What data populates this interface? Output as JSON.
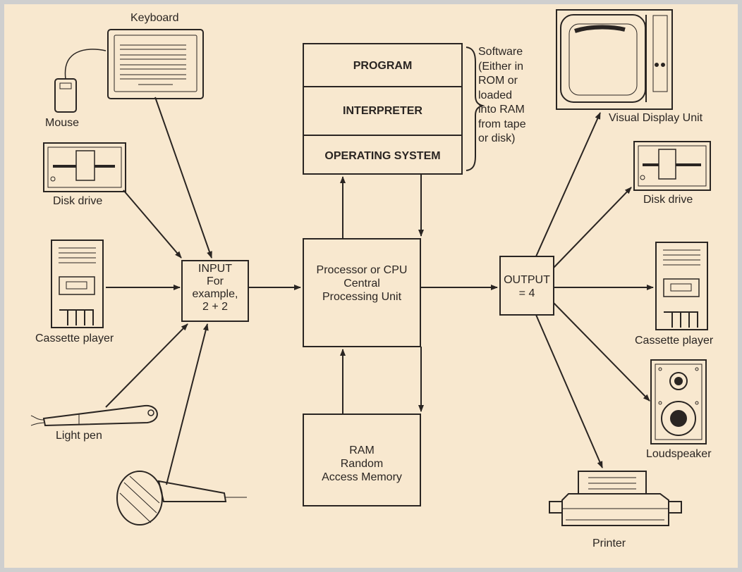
{
  "colors": {
    "paper": "#f8e8cf",
    "ink": "#2a2522",
    "border": "#cfcfcf"
  },
  "inputs": {
    "keyboard": "Keyboard",
    "mouse": "Mouse",
    "disk_drive": "Disk drive",
    "cassette_player": "Cassette player",
    "light_pen": "Light pen"
  },
  "software": {
    "program": "PROGRAM",
    "interpreter": "INTERPRETER",
    "operating_system": "OPERATING SYSTEM",
    "note": "Software\n(Either in\nROM or\nloaded\ninto RAM\nfrom tape\nor disk)"
  },
  "boxes": {
    "input": "INPUT\nFor\nexample,\n2 + 2",
    "cpu": "Processor or CPU\nCentral\nProcessing Unit",
    "output": "OUTPUT\n= 4",
    "ram": "RAM\nRandom\nAccess Memory"
  },
  "outputs": {
    "vdu": "Visual Display Unit",
    "disk_drive": "Disk drive",
    "cassette_player": "Cassette player",
    "loudspeaker": "Loudspeaker",
    "printer": "Printer"
  }
}
